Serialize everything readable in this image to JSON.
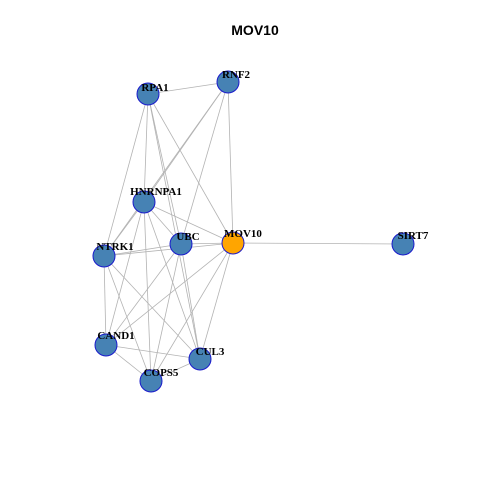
{
  "title": "MOV10",
  "colors": {
    "background": "#ffffff",
    "node_fill": "#4682b4",
    "focus_fill": "#ffa500",
    "node_stroke": "#1a1acc",
    "edge": "#b3b3b3"
  },
  "nodes": [
    {
      "id": "RPA1",
      "label": "RPA1",
      "focus": false
    },
    {
      "id": "RNF2",
      "label": "RNF2",
      "focus": false
    },
    {
      "id": "HNRNPA1",
      "label": "HNRNPA1",
      "focus": false
    },
    {
      "id": "UBC",
      "label": "UBC",
      "focus": false
    },
    {
      "id": "MOV10",
      "label": "MOV10",
      "focus": true
    },
    {
      "id": "SIRT7",
      "label": "SIRT7",
      "focus": false
    },
    {
      "id": "NTRK1",
      "label": "NTRK1",
      "focus": false
    },
    {
      "id": "CAND1",
      "label": "CAND1",
      "focus": false
    },
    {
      "id": "CUL3",
      "label": "CUL3",
      "focus": false
    },
    {
      "id": "COPS5",
      "label": "COPS5",
      "focus": false
    }
  ],
  "edges": [
    [
      "RPA1",
      "RNF2"
    ],
    [
      "RPA1",
      "NTRK1"
    ],
    [
      "RPA1",
      "HNRNPA1"
    ],
    [
      "RPA1",
      "UBC"
    ],
    [
      "RPA1",
      "MOV10"
    ],
    [
      "RPA1",
      "CUL3"
    ],
    [
      "RNF2",
      "HNRNPA1"
    ],
    [
      "RNF2",
      "UBC"
    ],
    [
      "RNF2",
      "MOV10"
    ],
    [
      "RNF2",
      "NTRK1"
    ],
    [
      "HNRNPA1",
      "NTRK1"
    ],
    [
      "HNRNPA1",
      "UBC"
    ],
    [
      "HNRNPA1",
      "MOV10"
    ],
    [
      "HNRNPA1",
      "CAND1"
    ],
    [
      "HNRNPA1",
      "COPS5"
    ],
    [
      "HNRNPA1",
      "CUL3"
    ],
    [
      "UBC",
      "NTRK1"
    ],
    [
      "UBC",
      "MOV10"
    ],
    [
      "UBC",
      "CAND1"
    ],
    [
      "UBC",
      "CUL3"
    ],
    [
      "UBC",
      "COPS5"
    ],
    [
      "MOV10",
      "SIRT7"
    ],
    [
      "MOV10",
      "NTRK1"
    ],
    [
      "MOV10",
      "CAND1"
    ],
    [
      "MOV10",
      "CUL3"
    ],
    [
      "MOV10",
      "COPS5"
    ],
    [
      "NTRK1",
      "CAND1"
    ],
    [
      "NTRK1",
      "CUL3"
    ],
    [
      "NTRK1",
      "COPS5"
    ],
    [
      "CAND1",
      "CUL3"
    ],
    [
      "CAND1",
      "COPS5"
    ],
    [
      "CUL3",
      "COPS5"
    ]
  ]
}
